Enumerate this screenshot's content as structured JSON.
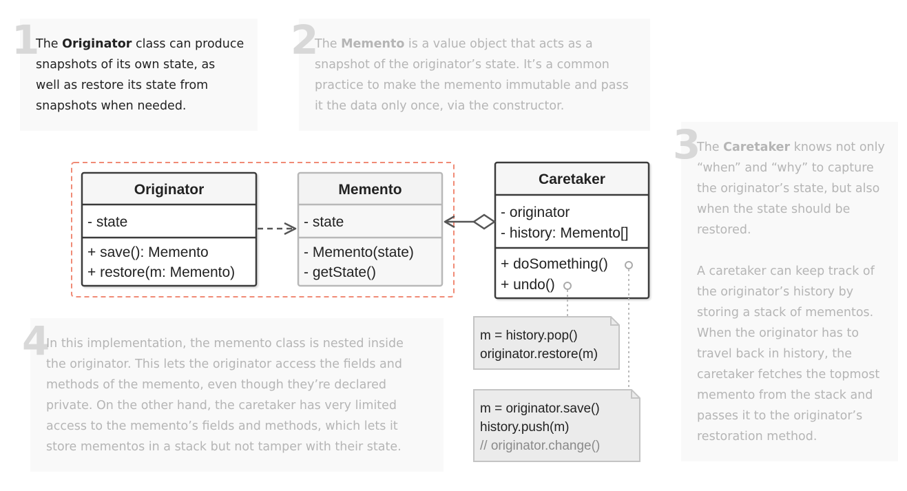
{
  "notes": {
    "n1": {
      "number": "1",
      "lines": [
        {
          "pre": "The ",
          "bold": "Originator",
          "post": " class can produce"
        },
        {
          "pre": "snapshots of its own state, as",
          "bold": "",
          "post": ""
        },
        {
          "pre": "well as restore its state from",
          "bold": "",
          "post": ""
        },
        {
          "pre": "snapshots when needed.",
          "bold": "",
          "post": ""
        }
      ]
    },
    "n2": {
      "number": "2",
      "lines": [
        {
          "pre": "The ",
          "bold": "Memento",
          "post": " is a value object that acts as a"
        },
        {
          "pre": "snapshot of the originator’s state. It’s a common",
          "bold": "",
          "post": ""
        },
        {
          "pre": "practice to make the memento immutable and pass",
          "bold": "",
          "post": ""
        },
        {
          "pre": "it the data only once, via the constructor.",
          "bold": "",
          "post": ""
        }
      ]
    },
    "n3": {
      "number": "3",
      "lines": [
        {
          "pre": "The ",
          "bold": "Caretaker",
          "post": " knows not only"
        },
        {
          "pre": "“when” and “why” to capture",
          "bold": "",
          "post": ""
        },
        {
          "pre": "the originator’s state, but also",
          "bold": "",
          "post": ""
        },
        {
          "pre": "when the state should be",
          "bold": "",
          "post": ""
        },
        {
          "pre": "restored.",
          "bold": "",
          "post": ""
        },
        {
          "pre": "",
          "bold": "",
          "post": ""
        },
        {
          "pre": "A caretaker can keep track of",
          "bold": "",
          "post": ""
        },
        {
          "pre": "the originator’s history by",
          "bold": "",
          "post": ""
        },
        {
          "pre": "storing a stack of mementos.",
          "bold": "",
          "post": ""
        },
        {
          "pre": "When the originator has to",
          "bold": "",
          "post": ""
        },
        {
          "pre": "travel back in history, the",
          "bold": "",
          "post": ""
        },
        {
          "pre": "caretaker fetches the topmost",
          "bold": "",
          "post": ""
        },
        {
          "pre": "memento from the stack and",
          "bold": "",
          "post": ""
        },
        {
          "pre": "passes it to the originator’s",
          "bold": "",
          "post": ""
        },
        {
          "pre": "restoration method.",
          "bold": "",
          "post": ""
        }
      ]
    },
    "n4": {
      "number": "4",
      "lines": [
        {
          "pre": "In this implementation, the memento class is nested inside",
          "bold": "",
          "post": ""
        },
        {
          "pre": "the originator. This lets the originator access the fields and",
          "bold": "",
          "post": ""
        },
        {
          "pre": "methods of the memento, even though they’re declared",
          "bold": "",
          "post": ""
        },
        {
          "pre": "private. On the other hand, the caretaker has very limited",
          "bold": "",
          "post": ""
        },
        {
          "pre": "access to the memento’s fields and methods, which lets it",
          "bold": "",
          "post": ""
        },
        {
          "pre": "store mementos in a stack but not tamper with their state.",
          "bold": "",
          "post": ""
        }
      ]
    }
  },
  "diagram": {
    "originator": {
      "name": "Originator",
      "fields": [
        "- state"
      ],
      "methods": [
        "+ save(): Memento",
        "+ restore(m: Memento)"
      ]
    },
    "memento": {
      "name": "Memento",
      "fields": [
        "- state"
      ],
      "methods": [
        "- Memento(state)",
        "- getState()"
      ]
    },
    "caretaker": {
      "name": "Caretaker",
      "fields": [
        "- originator",
        "- history: Memento[]"
      ],
      "methods": [
        "+ doSomething()",
        "+ undo()"
      ]
    },
    "undo_note": [
      "m = history.pop()",
      "originator.restore(m)"
    ],
    "do_note": [
      "m = originator.save()",
      "history.push(m)",
      "// originator.change()"
    ]
  },
  "colors": {
    "dashed_box": "#f08a75",
    "box_stroke": "#3a3a3a",
    "memento_stroke": "#b8b8b8",
    "header_bg": "#f6f6f6",
    "note_bg": "#ebebeb",
    "note_stroke": "#c4c4c4",
    "comment": "#8a8a8a"
  }
}
